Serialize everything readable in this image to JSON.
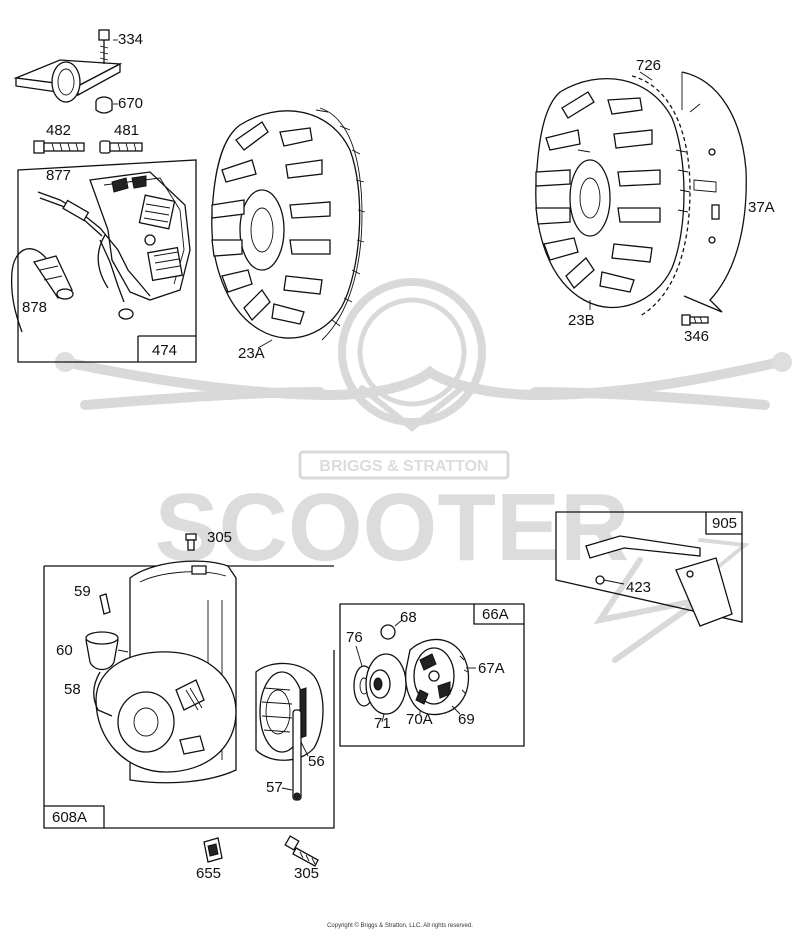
{
  "watermark": {
    "brand": "SCOOTER",
    "badge": "BRIGGS & STRATTON"
  },
  "callouts": {
    "p334": "334",
    "p670": "670",
    "p482": "482",
    "p481": "481",
    "p877": "877",
    "p878": "878",
    "p474": "474",
    "p23A": "23A",
    "p726": "726",
    "p37A": "37A",
    "p23B": "23B",
    "p346": "346",
    "p905": "905",
    "p423": "423",
    "p305a": "305",
    "p59": "59",
    "p60": "60",
    "p58": "58",
    "p608A": "608A",
    "p56": "56",
    "p57": "57",
    "p66A": "66A",
    "p68": "68",
    "p76": "76",
    "p67A": "67A",
    "p71": "71",
    "p70A": "70A",
    "p69": "69",
    "p655": "655",
    "p305b": "305"
  },
  "footer": {
    "copyright": "Copyright © Briggs & Stratton, LLC. All rights reserved."
  },
  "colors": {
    "line": "#111111",
    "watermark": "#d9d9d9",
    "background": "#ffffff"
  }
}
